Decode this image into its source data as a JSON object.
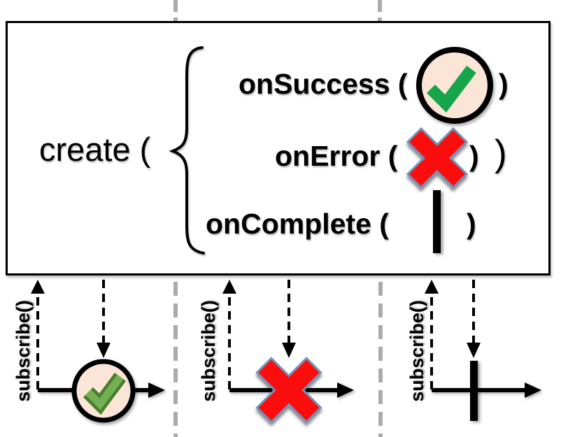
{
  "create_box": {
    "function_label": "create (",
    "outer_close_paren": ")",
    "callbacks": [
      {
        "label": "onSuccess (",
        "close_paren": ")",
        "marble": "success-check-circle"
      },
      {
        "label": "onError (",
        "close_paren": ")",
        "marble": "error-x"
      },
      {
        "label": "onComplete (",
        "close_paren": ")",
        "marble": "complete-bar"
      }
    ]
  },
  "timelines": [
    {
      "subscribe_label": "subscribe()",
      "marble": "success-check-circle"
    },
    {
      "subscribe_label": "subscribe()",
      "marble": "error-x"
    },
    {
      "subscribe_label": "subscribe()",
      "marble": "complete-bar"
    }
  ],
  "colors": {
    "marble_fill": "#fbe5d6",
    "success_check_green": "#17a54b",
    "timeline_check_fill_green": "#73b053",
    "timeline_check_border_green": "#4a7d2e",
    "error_x_red": "#fb0d0d",
    "error_x_border_blue": "#7293ba",
    "separator_gray": "#ababab",
    "line_black": "#000000"
  }
}
